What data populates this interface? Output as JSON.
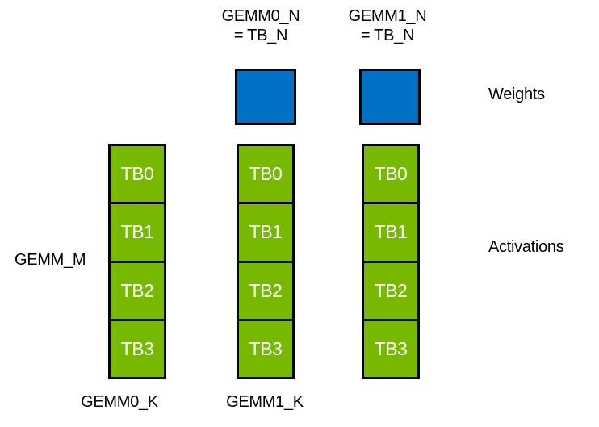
{
  "colors": {
    "weight_fill": "#0071C5",
    "activation_fill": "#76B900",
    "border": "#000000",
    "text": "#000000",
    "cell_text": "#FFFFFF"
  },
  "headers": [
    {
      "line1": "GEMM0_N",
      "line2": "= TB_N"
    },
    {
      "line1": "GEMM1_N",
      "line2": "= TB_N"
    }
  ],
  "labels": {
    "weights": "Weights",
    "activations": "Activations",
    "gemm_m": "GEMM_M",
    "gemm0_k": "GEMM0_K",
    "gemm1_k": "GEMM1_K"
  },
  "columns": [
    {
      "cells": [
        "TB0",
        "TB1",
        "TB2",
        "TB3"
      ]
    },
    {
      "cells": [
        "TB0",
        "TB1",
        "TB2",
        "TB3"
      ]
    },
    {
      "cells": [
        "TB0",
        "TB1",
        "TB2",
        "TB3"
      ]
    }
  ],
  "weight_tiles": [
    {
      "name": "weight-tile-gemm0"
    },
    {
      "name": "weight-tile-gemm1"
    }
  ]
}
